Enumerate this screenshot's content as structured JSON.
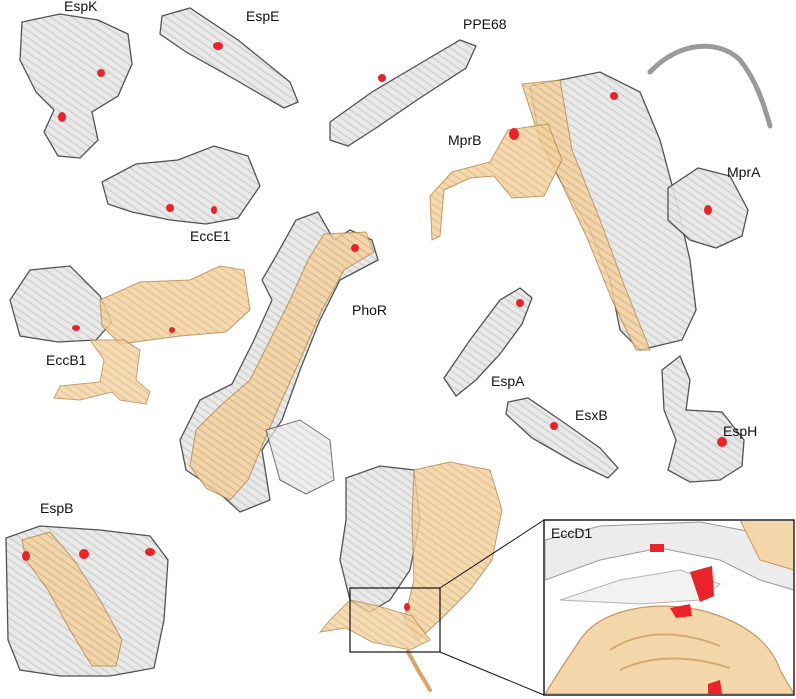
{
  "labels": {
    "espk": "EspK",
    "espe": "EspE",
    "ppe68": "PPE68",
    "mprb": "MprB",
    "mpra": "MprA",
    "ecce1": "EccE1",
    "phor": "PhoR",
    "eccb1": "EccB1",
    "espa": "EspA",
    "esxb": "EsxB",
    "esph": "EspH",
    "espb": "EspB",
    "eccd1": "EccD1"
  },
  "colors": {
    "background": "#ffffff",
    "protein_fill": "#e6e6e6",
    "protein_outline": "#3a3a3a",
    "interaction_partner": "#f0c890",
    "binding_site": "#e8242a",
    "text": "#111111"
  }
}
